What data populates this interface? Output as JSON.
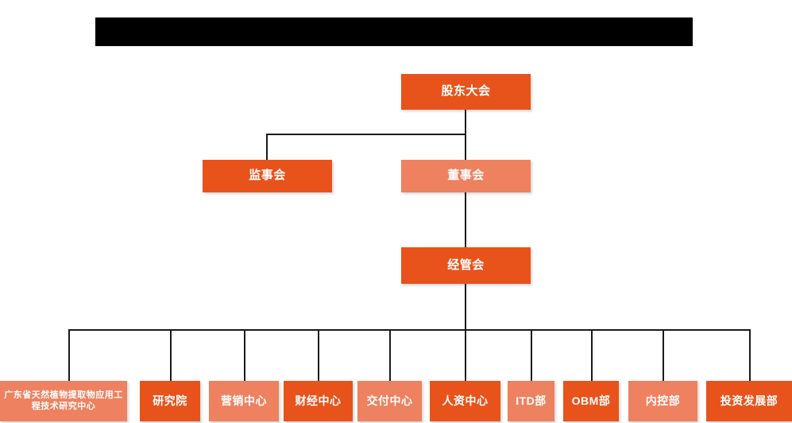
{
  "header": {
    "redacted_bar": true,
    "text": ""
  },
  "colors": {
    "deep_orange": "#e8531c",
    "light_salmon": "#ee8160",
    "line": "#1a1a1a",
    "background": "#ffffff",
    "redaction": "#000000",
    "text": "#ffffff"
  },
  "chart_data": {
    "type": "diagram",
    "subtype": "org-chart",
    "title": "",
    "levels": [
      {
        "level": 1,
        "nodes": [
          {
            "id": "shareholders",
            "label": "股东大会",
            "style": "deep"
          }
        ]
      },
      {
        "level": 2,
        "nodes": [
          {
            "id": "supervisors",
            "label": "监事会",
            "style": "deep"
          },
          {
            "id": "directors",
            "label": "董事会",
            "style": "light"
          }
        ]
      },
      {
        "level": 3,
        "nodes": [
          {
            "id": "management",
            "label": "经管会",
            "style": "deep"
          }
        ]
      },
      {
        "level": 4,
        "nodes": [
          {
            "id": "gd-research-center",
            "label": "广东省天然植物提取物应用工程技术研究中心",
            "style": "light"
          },
          {
            "id": "research-institute",
            "label": "研究院",
            "style": "deep"
          },
          {
            "id": "marketing-center",
            "label": "营销中心",
            "style": "light"
          },
          {
            "id": "finance-center",
            "label": "财经中心",
            "style": "deep"
          },
          {
            "id": "delivery-center",
            "label": "交付中心",
            "style": "light"
          },
          {
            "id": "hr-center",
            "label": "人资中心",
            "style": "deep"
          },
          {
            "id": "itd-dept",
            "label": "ITD部",
            "style": "light"
          },
          {
            "id": "obm-dept",
            "label": "OBM部",
            "style": "deep"
          },
          {
            "id": "internal-control-dept",
            "label": "内控部",
            "style": "light"
          },
          {
            "id": "investment-development-dept",
            "label": "投资发展部",
            "style": "deep"
          }
        ]
      }
    ],
    "edges": [
      {
        "from": "shareholders",
        "to": "supervisors"
      },
      {
        "from": "shareholders",
        "to": "directors"
      },
      {
        "from": "directors",
        "to": "management"
      },
      {
        "from": "management",
        "to": "gd-research-center"
      },
      {
        "from": "management",
        "to": "research-institute"
      },
      {
        "from": "management",
        "to": "marketing-center"
      },
      {
        "from": "management",
        "to": "finance-center"
      },
      {
        "from": "management",
        "to": "delivery-center"
      },
      {
        "from": "management",
        "to": "hr-center"
      },
      {
        "from": "management",
        "to": "itd-dept"
      },
      {
        "from": "management",
        "to": "obm-dept"
      },
      {
        "from": "management",
        "to": "internal-control-dept"
      },
      {
        "from": "management",
        "to": "investment-development-dept"
      }
    ]
  }
}
